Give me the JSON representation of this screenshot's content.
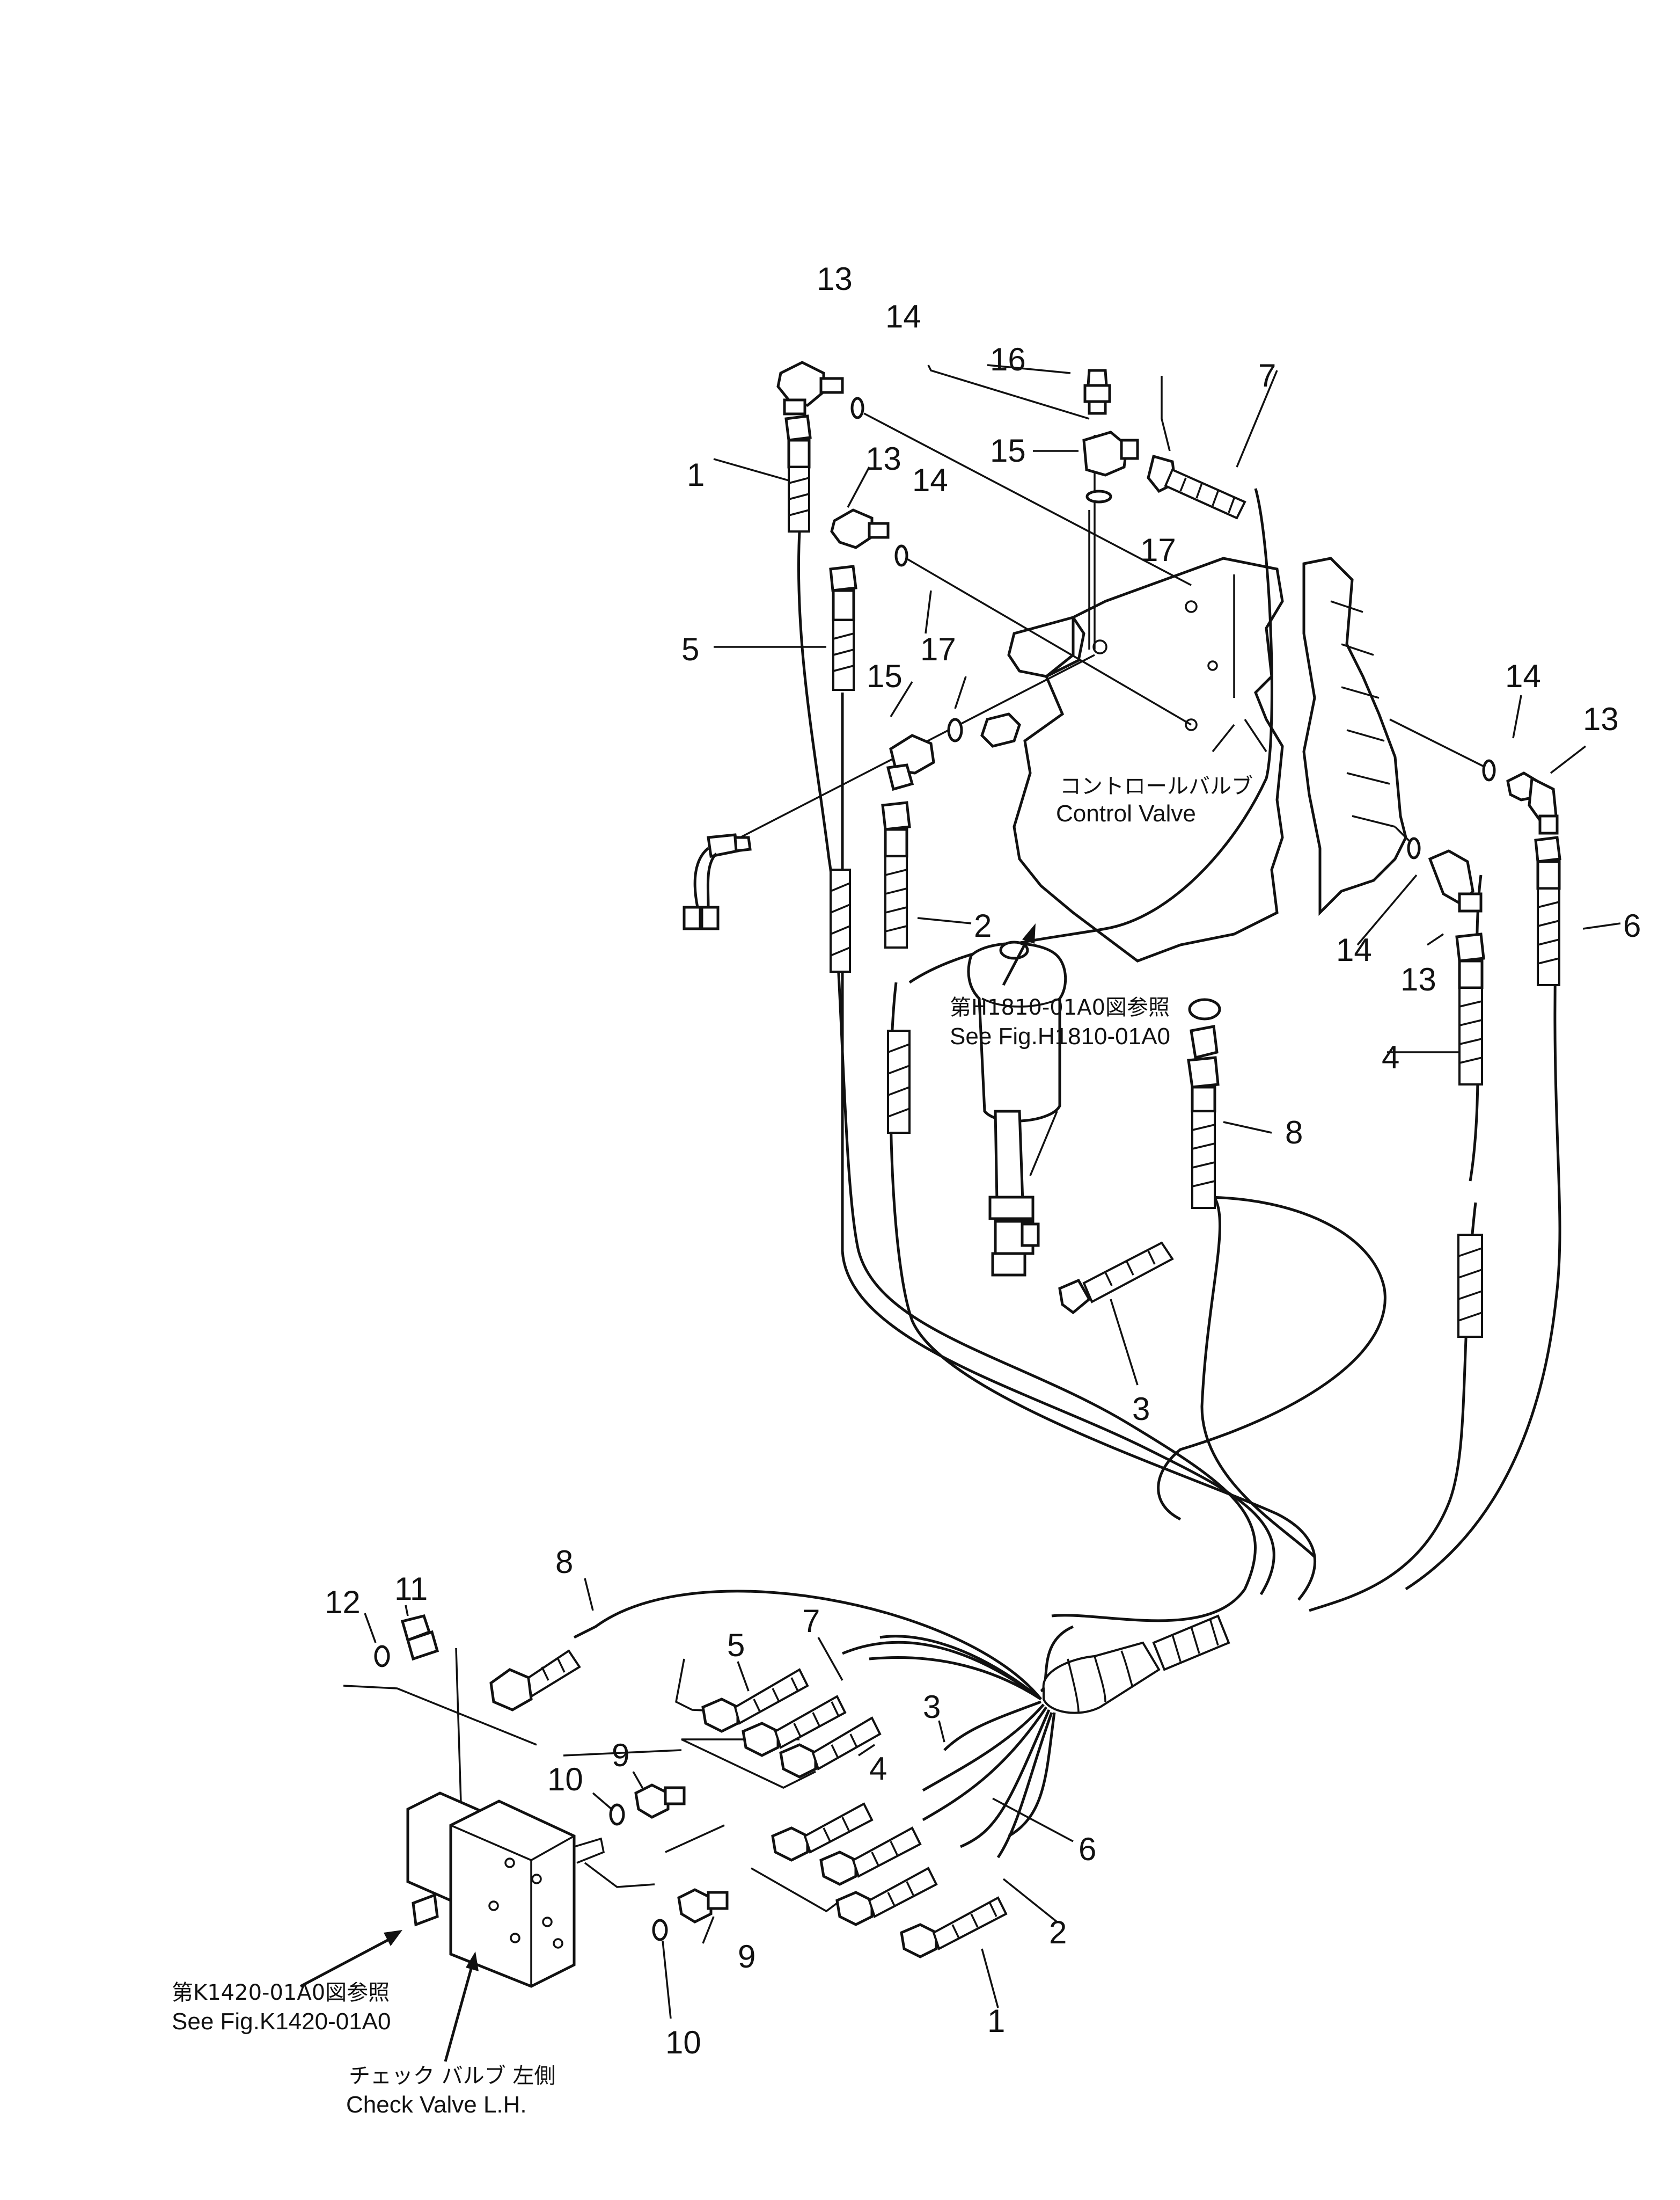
{
  "diagram": {
    "part_labels": {
      "top_13a": "13",
      "top_14a": "14",
      "top_16": "16",
      "top_7": "7",
      "top_1": "1",
      "top_15a": "15",
      "top_13b": "13",
      "top_14b": "14",
      "top_17a": "17",
      "top_5": "5",
      "top_15b": "15",
      "top_17b": "17",
      "top_14c": "14",
      "top_13c": "13",
      "top_2": "2",
      "top_6": "6",
      "top_14d": "14",
      "top_13d": "13",
      "top_4": "4",
      "top_8": "8",
      "top_3": "3",
      "bot_8": "8",
      "bot_11": "11",
      "bot_12": "12",
      "bot_5": "5",
      "bot_7": "7",
      "bot_9a": "9",
      "bot_10a": "10",
      "bot_3": "3",
      "bot_4": "4",
      "bot_6": "6",
      "bot_2": "2",
      "bot_1": "1",
      "bot_9b": "9",
      "bot_10b": "10"
    },
    "notes": {
      "control_valve_jp": "コントロールバルブ",
      "control_valve_en": "Control Valve",
      "see_h1810_jp": "第H1810-01A0図参照",
      "see_h1810_en": "See Fig.H1810-01A0",
      "see_k1420_jp": "第K1420-01A0図参照",
      "see_k1420_en": "See Fig.K1420-01A0",
      "check_valve_jp": "チェック バルブ 左側",
      "check_valve_en": "Check Valve L.H."
    }
  }
}
